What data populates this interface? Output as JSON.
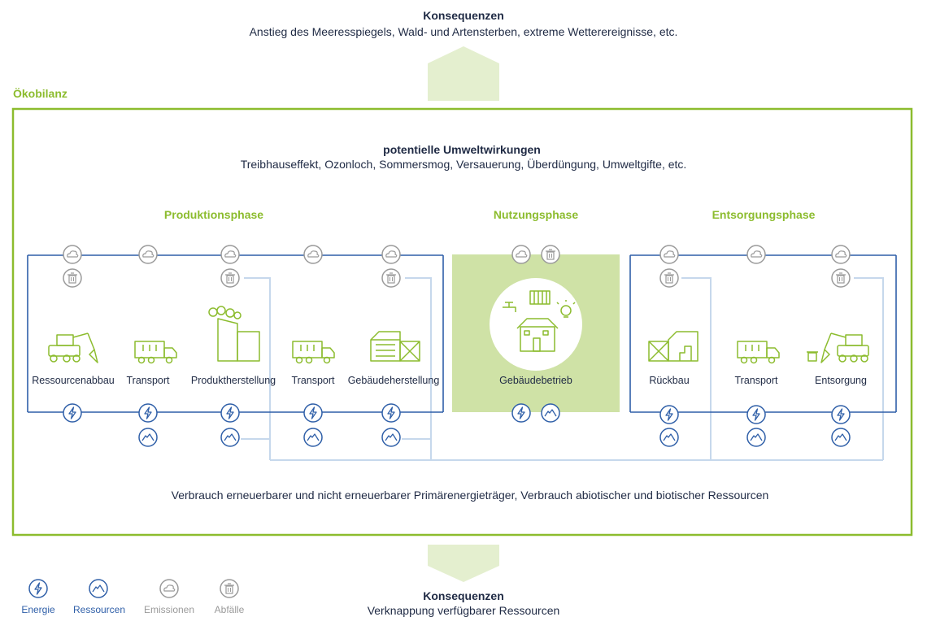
{
  "top": {
    "title": "Konsequenzen",
    "subtitle": "Anstieg des Meeresspiegels, Wald- und Artensterben, extreme Wetterereignisse, etc."
  },
  "frame_label": "Ökobilanz",
  "impacts": {
    "title": "potentielle Umweltwirkungen",
    "subtitle": "Treibhauseffekt, Ozonloch, Sommersmog, Versauerung, Überdüngung, Umweltgifte, etc."
  },
  "phases": {
    "production": "Produktionsphase",
    "usage": "Nutzungsphase",
    "disposal": "Entsorgungsphase"
  },
  "steps": {
    "ressourcenabbau": "Ressourcenabbau",
    "transport1": "Transport",
    "produktherstellung": "Produktherstellung",
    "transport2": "Transport",
    "gebaeudeherstellung": "Gebäudeherstellung",
    "gebaeudebetrieb": "Gebäudebetrieb",
    "rueckbau": "Rückbau",
    "transport3": "Transport",
    "entsorgung": "Entsorgung"
  },
  "consumption": "Verbrauch erneuerbarer und nicht erneuerbarer Primärenergieträger, Verbrauch abiotischer und biotischer Ressourcen",
  "bottom": {
    "title": "Konsequenzen",
    "subtitle": "Verknappung verfügbarer Ressourcen"
  },
  "legend": {
    "energy": "Energie",
    "resources": "Ressourcen",
    "emissions": "Emissionen",
    "waste": "Abfälle"
  },
  "colors": {
    "green": "#8cbc2e",
    "light_green": "#e4efcf",
    "usage_box": "#cfe2a6",
    "blue": "#2f5fa8",
    "light_blue": "#c6d8ec",
    "grey": "#9a9a9a",
    "text": "#1f2a44"
  }
}
